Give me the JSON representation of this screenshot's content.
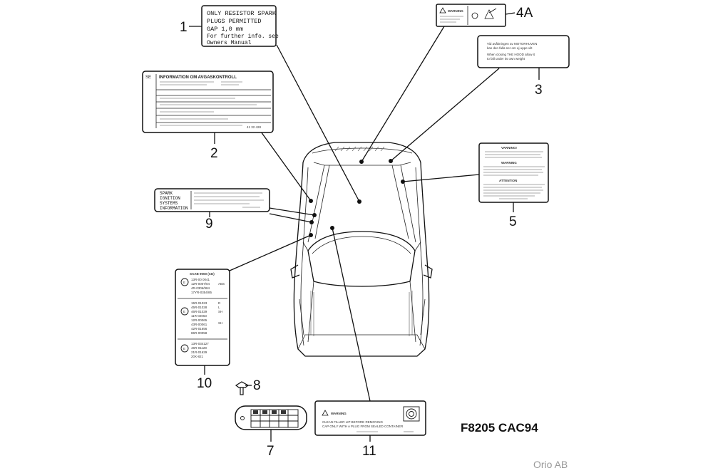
{
  "figure_code": "F8205  CAC94",
  "credit": "Orio AB",
  "callouts": {
    "c1": "1",
    "c2": "2",
    "c3": "3",
    "c4a": "4A",
    "c5": "5",
    "c7": "7",
    "c8": "8",
    "c9": "9",
    "c10": "10",
    "c11": "11"
  },
  "labels": {
    "label1": {
      "line1": "ONLY RESISTOR SPARK",
      "line2": "PLUGS  PERMITTED",
      "line3": "GAP  1,0 mm",
      "line4": "For further info. see",
      "line5": "Owners  Manual"
    },
    "label2": {
      "code": "SE",
      "title": "INFORMATION OM AVGASKONTROLL",
      "footer": "41 32 428"
    },
    "label3": {
      "line1": "Vid avåkningen av MOTORHUVEN",
      "line2": "kan den falla ner om ej uppe vilt",
      "line3": "When closing THE HOOD allow it",
      "line4": "to fall under its own weight"
    },
    "label4a": {
      "warning": "WARNING"
    },
    "label5": {
      "heading1": "VARNING!",
      "heading2": "WARNING",
      "heading3": "ATTENTION"
    },
    "label9": {
      "line1": "SPARK",
      "line2": "IGNITION",
      "line3": "SYSTEMS",
      "line4": "INFORMATION"
    },
    "label10": {
      "title": "SAAB 9000 (CD)",
      "codes": [
        "E",
        "E",
        "E"
      ],
      "group1": [
        "13R-00 0041",
        "12R-0007/04",
        "4R-0306/984",
        "17YR-0354/85"
      ],
      "group1_side": [
        "ABS"
      ],
      "group2": [
        "15R-01023",
        "45R-01028",
        "46R-01029",
        "11R-02063",
        "12R-00065",
        "43R-00061",
        "42R-01656",
        "86R-00058"
      ],
      "group2_side": [
        "D",
        "L",
        "SH",
        "SH"
      ],
      "group3": [
        "13R-034127",
        "46R-01128",
        "21R-01629",
        "20X-821"
      ]
    },
    "label11": {
      "warning": "WARNING",
      "line1": "CLEAN FILLER LIP BEFORE REMOVING",
      "line2": "CAP ONLY WITH A PLUG FROM SEALED CONTAINER"
    }
  }
}
